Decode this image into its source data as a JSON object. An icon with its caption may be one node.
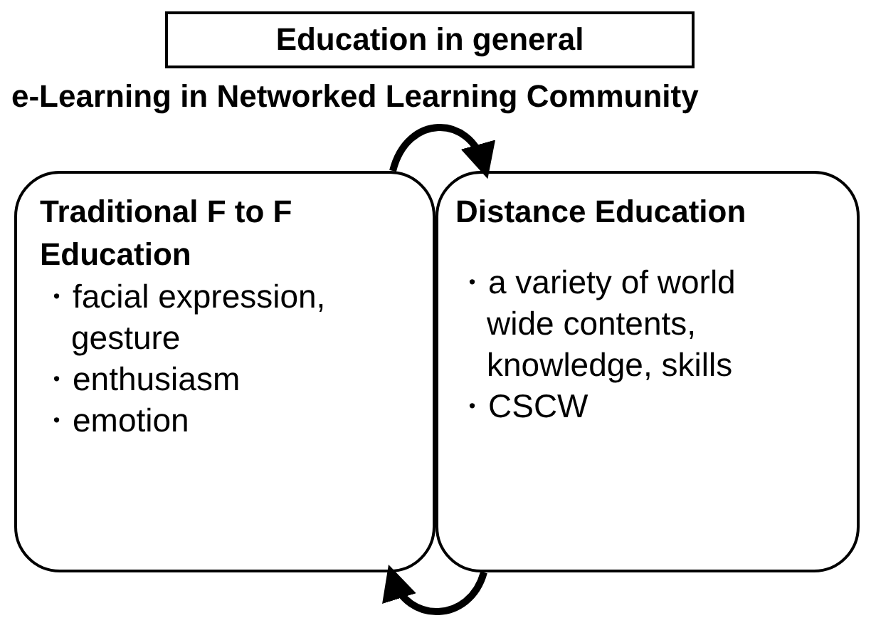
{
  "diagram": {
    "nodes": [
      {
        "text": [
          "Education in general"
        ]
      },
      {
        "text": [
          "Traditional F to F Education",
          "・facial expression, gesture",
          "・enthusiasm",
          "・emotion"
        ]
      },
      {
        "text": [
          "Distance Education",
          "・a variety of world wide contents, knowledge, skills",
          "・CSCW"
        ]
      }
    ],
    "edges": [
      {
        "from": 1,
        "to": 2,
        "arrow": "to"
      },
      {
        "from": 2,
        "to": 1,
        "arrow": "to"
      }
    ],
    "labels": [
      "e-Learning in Networked Learning Community"
    ]
  }
}
